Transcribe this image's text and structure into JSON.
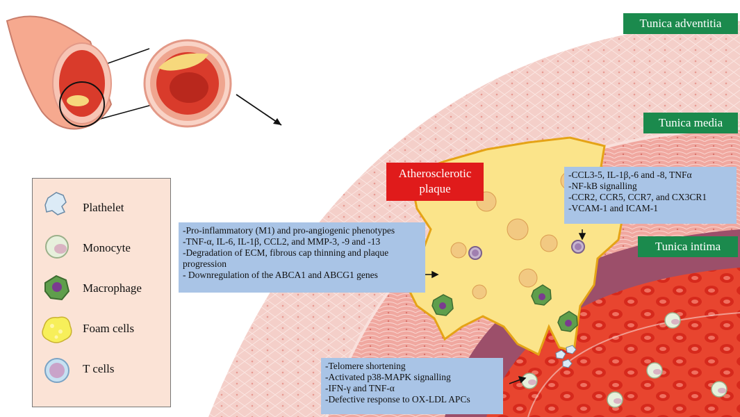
{
  "layers": {
    "adventitia": "Tunica adventitia",
    "media": "Tunica media",
    "intima": "Tunica intima"
  },
  "plaque_label": [
    "Atherosclerotic",
    "plaque"
  ],
  "boxes": {
    "macrophage": [
      "-Pro-inflammatory (M1) and pro-angiogenic phenotypes",
      "-TNF-α, IL-6, IL-1β, CCL2, and MMP-3, -9 and -13",
      "-Degradation of ECM, fibrous cap thinning  and plaque",
      "progression",
      "- Downregulation  of the ABCA1 and ABCG1 genes"
    ],
    "tcell": [
      "-CCL3-5, IL-1β,-6 and -8, TNFα",
      "-NF-kB signalling",
      "-CCR2, CCR5, CCR7, and CX3CR1",
      "-VCAM-1 and ICAM-1"
    ],
    "monocyte": [
      "-Telomere shortening",
      "-Activated p38-MAPK signalling",
      "-IFN-γ and TNF-α",
      "-Defective response to OX-LDL APCs"
    ]
  },
  "legend": {
    "items": [
      "Plathelet",
      "Monocyte",
      "Macrophage",
      "Foam cells",
      "T cells"
    ]
  },
  "colors": {
    "adventitia": "#f4cfc9",
    "media": "#f0a8a0",
    "intima_wall": "#9c4f6a",
    "lumen": "#e8452f",
    "plaque": "#fbe48a",
    "label_green": "#1b8a4d",
    "label_red": "#e01b1b",
    "infobox": "#a9c4e6",
    "legend_bg": "#fbe3d6"
  }
}
